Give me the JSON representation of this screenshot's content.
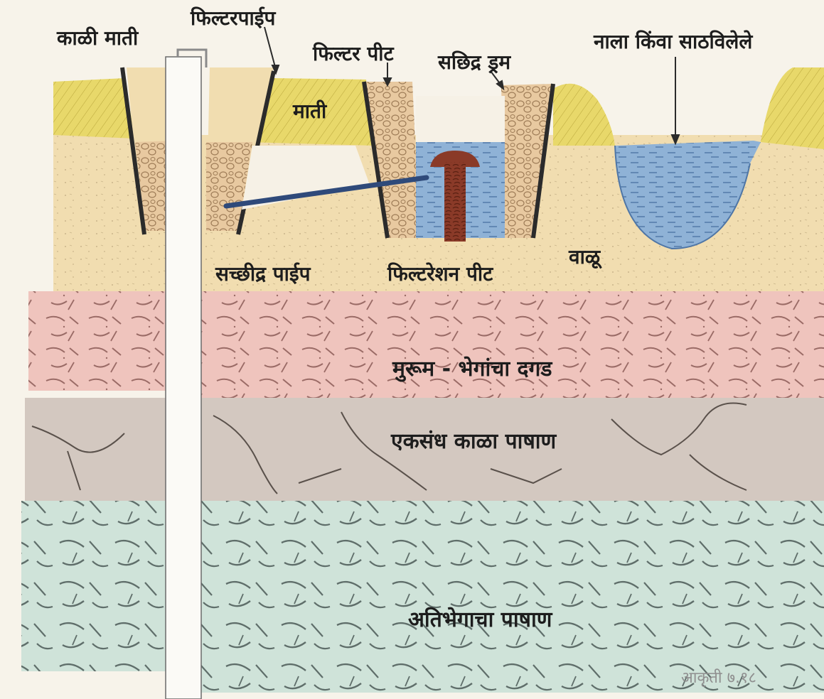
{
  "labels": {
    "kali_mati": "काळी माती",
    "filter_pipe": "फिल्टरपाईप",
    "filter_pit": "फिल्टर पीट",
    "sachhidra_drum": "सछिद्र ड्रम",
    "nala": "नाला किंवा साठविलेले",
    "mati": "माती",
    "sachhidra_pipe": "सच्छीद्र पाईप",
    "filtration_pit": "फिल्टरेशन पीट",
    "valu": "वाळू",
    "murum": "मुरूम - भेगांचा दगड",
    "ekasandh": "एकसंध काळा पाषाण",
    "atibhega": "अतिभेगाचा पाषाण",
    "figure_no": "आकृती ७.१८"
  },
  "colors": {
    "soil_yellow": "#e8d86a",
    "sand": "#f1ddb0",
    "murum_pink": "#efc4bd",
    "black_rock": "#d3c8c0",
    "fractured_rock": "#cfe3d9",
    "water_blue": "#8fb2d6",
    "drum_brown": "#8a3a28",
    "gravel": "#e8c9a0",
    "pipe_blue": "#2f4a7a"
  }
}
